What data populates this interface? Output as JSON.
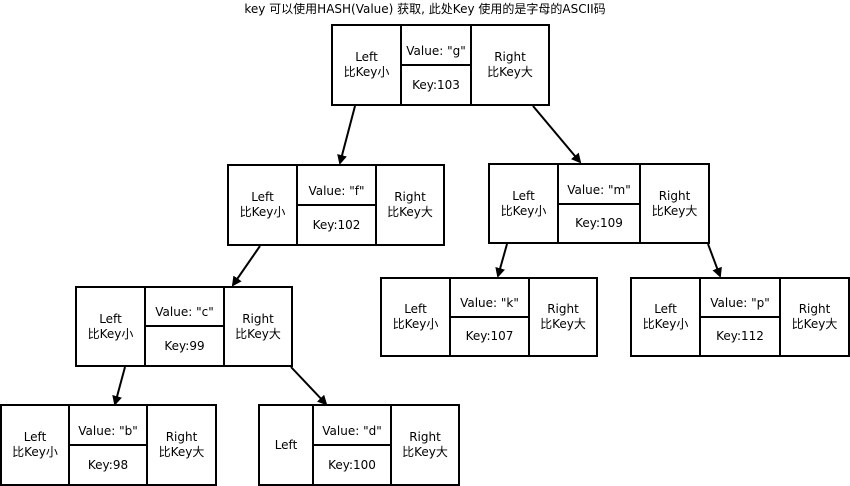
{
  "caption": "key 可以使用HASH(Value) 获取, 此处Key 使用的是字母的ASCII码",
  "left_label": "Left",
  "left_sub": "比Key小",
  "right_label": "Right",
  "right_sub": "比Key大",
  "nodes": {
    "g": {
      "value": "Value: \"g\"",
      "key": "Key:103"
    },
    "f": {
      "value": "Value: \"f\"",
      "key": "Key:102"
    },
    "m": {
      "value": "Value: \"m\"",
      "key": "Key:109"
    },
    "c": {
      "value": "Value: \"c\"",
      "key": "Key:99"
    },
    "k": {
      "value": "Value: \"k\"",
      "key": "Key:107"
    },
    "p": {
      "value": "Value: \"p\"",
      "key": "Key:112"
    },
    "b": {
      "value": "Value: \"b\"",
      "key": "Key:98"
    },
    "d": {
      "value": "Value: \"d\"",
      "key": "Key:100"
    }
  },
  "edges": [
    {
      "from": "g",
      "to": "f"
    },
    {
      "from": "g",
      "to": "m"
    },
    {
      "from": "f",
      "to": "c"
    },
    {
      "from": "m",
      "to": "k"
    },
    {
      "from": "m",
      "to": "p"
    },
    {
      "from": "c",
      "to": "b"
    },
    {
      "from": "c",
      "to": "d"
    }
  ]
}
